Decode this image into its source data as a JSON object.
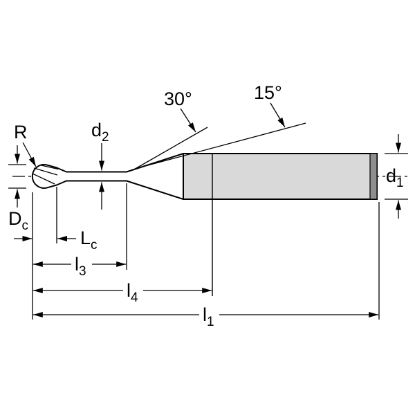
{
  "diagram": {
    "angles": {
      "taper_angle": "30°",
      "neck_angle": "15°"
    },
    "dimensions": {
      "corner_radius": "R",
      "neck_diameter": {
        "base": "d",
        "sub": "2"
      },
      "cutting_diameter": {
        "base": "D",
        "sub": "c"
      },
      "flute_length": {
        "base": "L",
        "sub": "c"
      },
      "neck_length": {
        "base": "l",
        "sub": "3"
      },
      "taper_length": {
        "base": "l",
        "sub": "4"
      },
      "overall_length": {
        "base": "l",
        "sub": "1"
      },
      "shank_diameter": {
        "base": "d",
        "sub": "1"
      }
    },
    "colors": {
      "shank_fill": "#d9d9d9",
      "shank_end_fill": "#8e8e8e",
      "line": "#000000",
      "background": "#ffffff"
    }
  }
}
